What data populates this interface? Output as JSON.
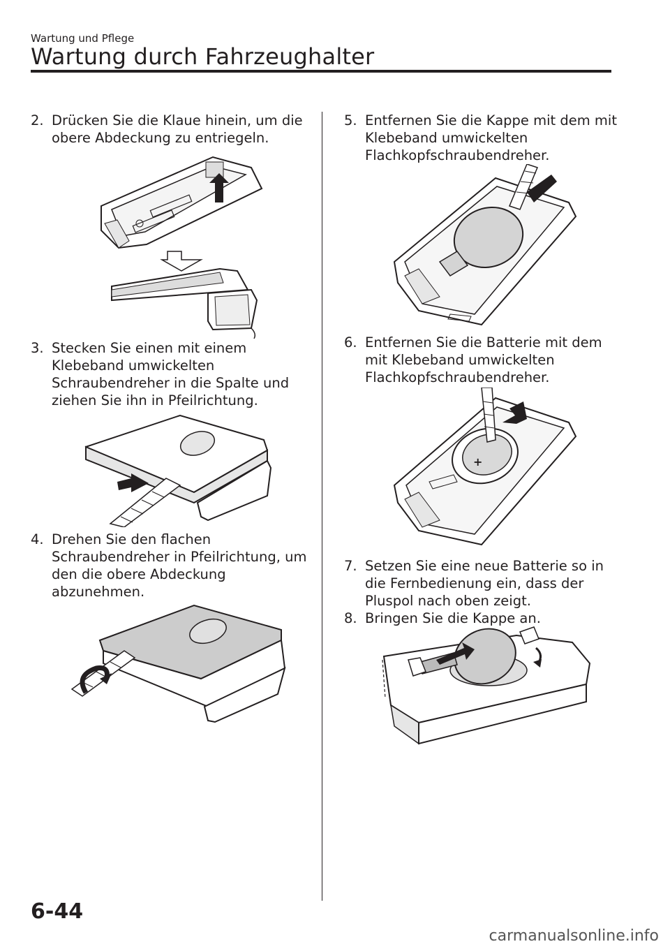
{
  "header": {
    "section": "Wartung und Pflege",
    "title": "Wartung durch Fahrzeughalter"
  },
  "steps": [
    {
      "number": "2.",
      "text": "Drücken Sie die Klaue hinein, um die obere Abdeckung zu entriegeln."
    },
    {
      "number": "3.",
      "text": "Stecken Sie einen mit einem Klebeband umwickelten Schraubendreher in die Spalte und ziehen Sie ihn in Pfeilrichtung."
    },
    {
      "number": "4.",
      "text": "Drehen Sie den flachen Schraubendreher in Pfeilrichtung, um den die obere Abdeckung abzunehmen."
    },
    {
      "number": "5.",
      "text": "Entfernen Sie die Kappe mit dem mit Klebeband umwickelten Flachkopfschraubendreher."
    },
    {
      "number": "6.",
      "text": "Entfernen Sie die Batterie mit dem mit Klebeband umwickelten Flachkopfschraubendreher."
    },
    {
      "number": "7.",
      "text": "Setzen Sie eine neue Batterie so in die Fernbedienung ein, dass der Pluspol nach oben zeigt."
    },
    {
      "number": "8.",
      "text": "Bringen Sie die Kappe an."
    }
  ],
  "footer": {
    "page_number": "6-44",
    "watermark": "carmanualsonline.info"
  }
}
